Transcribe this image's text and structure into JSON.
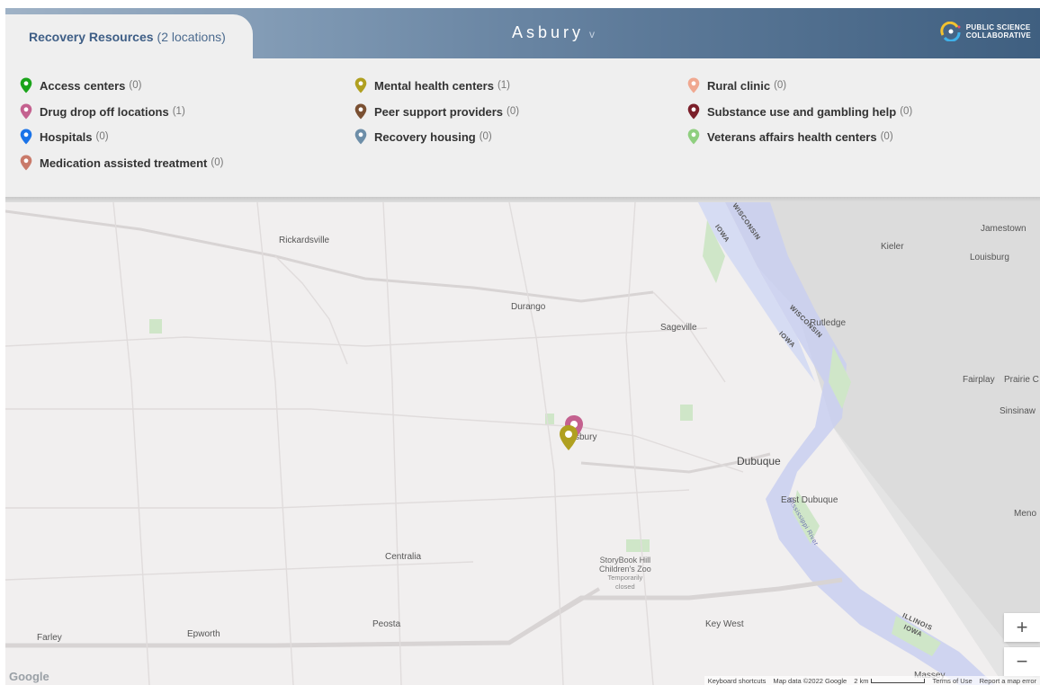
{
  "header": {
    "tab_title": "Recovery Resources",
    "tab_count": "(2 locations)",
    "city": "Asbury",
    "city_chevron": "v",
    "logo_line1": "PUBLIC SCIENCE",
    "logo_line2": "COLLABORATIVE",
    "gradient_colors": [
      "#9fb2c6",
      "#3f5f80"
    ]
  },
  "legend": {
    "items": [
      {
        "label": "Access centers",
        "count": "(0)",
        "color": "#1aa41a"
      },
      {
        "label": "Drug drop off locations",
        "count": "(1)",
        "color": "#c4618f"
      },
      {
        "label": "Hospitals",
        "count": "(0)",
        "color": "#1a73e8"
      },
      {
        "label": "Medication assisted treatment",
        "count": "(0)",
        "color": "#c97a6a"
      },
      {
        "label": "Mental health centers",
        "count": "(1)",
        "color": "#b0a020"
      },
      {
        "label": "Peer support providers",
        "count": "(0)",
        "color": "#7a5032"
      },
      {
        "label": "Recovery housing",
        "count": "(0)",
        "color": "#6d8ea8"
      },
      {
        "label": "Rural clinic",
        "count": "(0)",
        "color": "#f0a890"
      },
      {
        "label": "Substance use and gambling help",
        "count": "(0)",
        "color": "#7b1f2a"
      },
      {
        "label": "Veterans affairs health centers",
        "count": "(0)",
        "color": "#8fcf7f"
      }
    ]
  },
  "map": {
    "places": {
      "rickardsville": "Rickardsville",
      "durango": "Durango",
      "sageville": "Sageville",
      "rutledge": "Rutledge",
      "kieler": "Kieler",
      "jamestown": "Jamestown",
      "louisburg": "Louisburg",
      "fairplay": "Fairplay",
      "prairie": "Prairie C",
      "sinsinaw": "Sinsinaw",
      "asbury": "sbury",
      "dubuque": "Dubuque",
      "east_dubuque": "East Dubuque",
      "menominee": "Meno",
      "centralia": "Centralia",
      "storybook1": "StoryBook Hill",
      "storybook2": "Children's Zoo",
      "temp1": "Temporarily",
      "temp2": "closed",
      "peosta": "Peosta",
      "epworth": "Epworth",
      "farley": "Farley",
      "keywest": "Key West",
      "massey": "Massey",
      "wisconsin1": "WISCONSIN",
      "iowa1": "IOWA",
      "wisconsin2": "WISCONSIN",
      "iowa2": "IOWA",
      "illinois": "ILLINOIS",
      "iowa3": "IOWA",
      "river": "Mississippi River"
    },
    "zoom_in": "+",
    "zoom_out": "−",
    "google": "Google",
    "attribution": {
      "shortcuts": "Keyboard shortcuts",
      "mapdata": "Map data ©2022 Google",
      "scale": "2 km",
      "terms": "Terms of Use",
      "report": "Report a map error"
    },
    "markers": [
      "drug-drop-off",
      "mental-health-center"
    ]
  }
}
